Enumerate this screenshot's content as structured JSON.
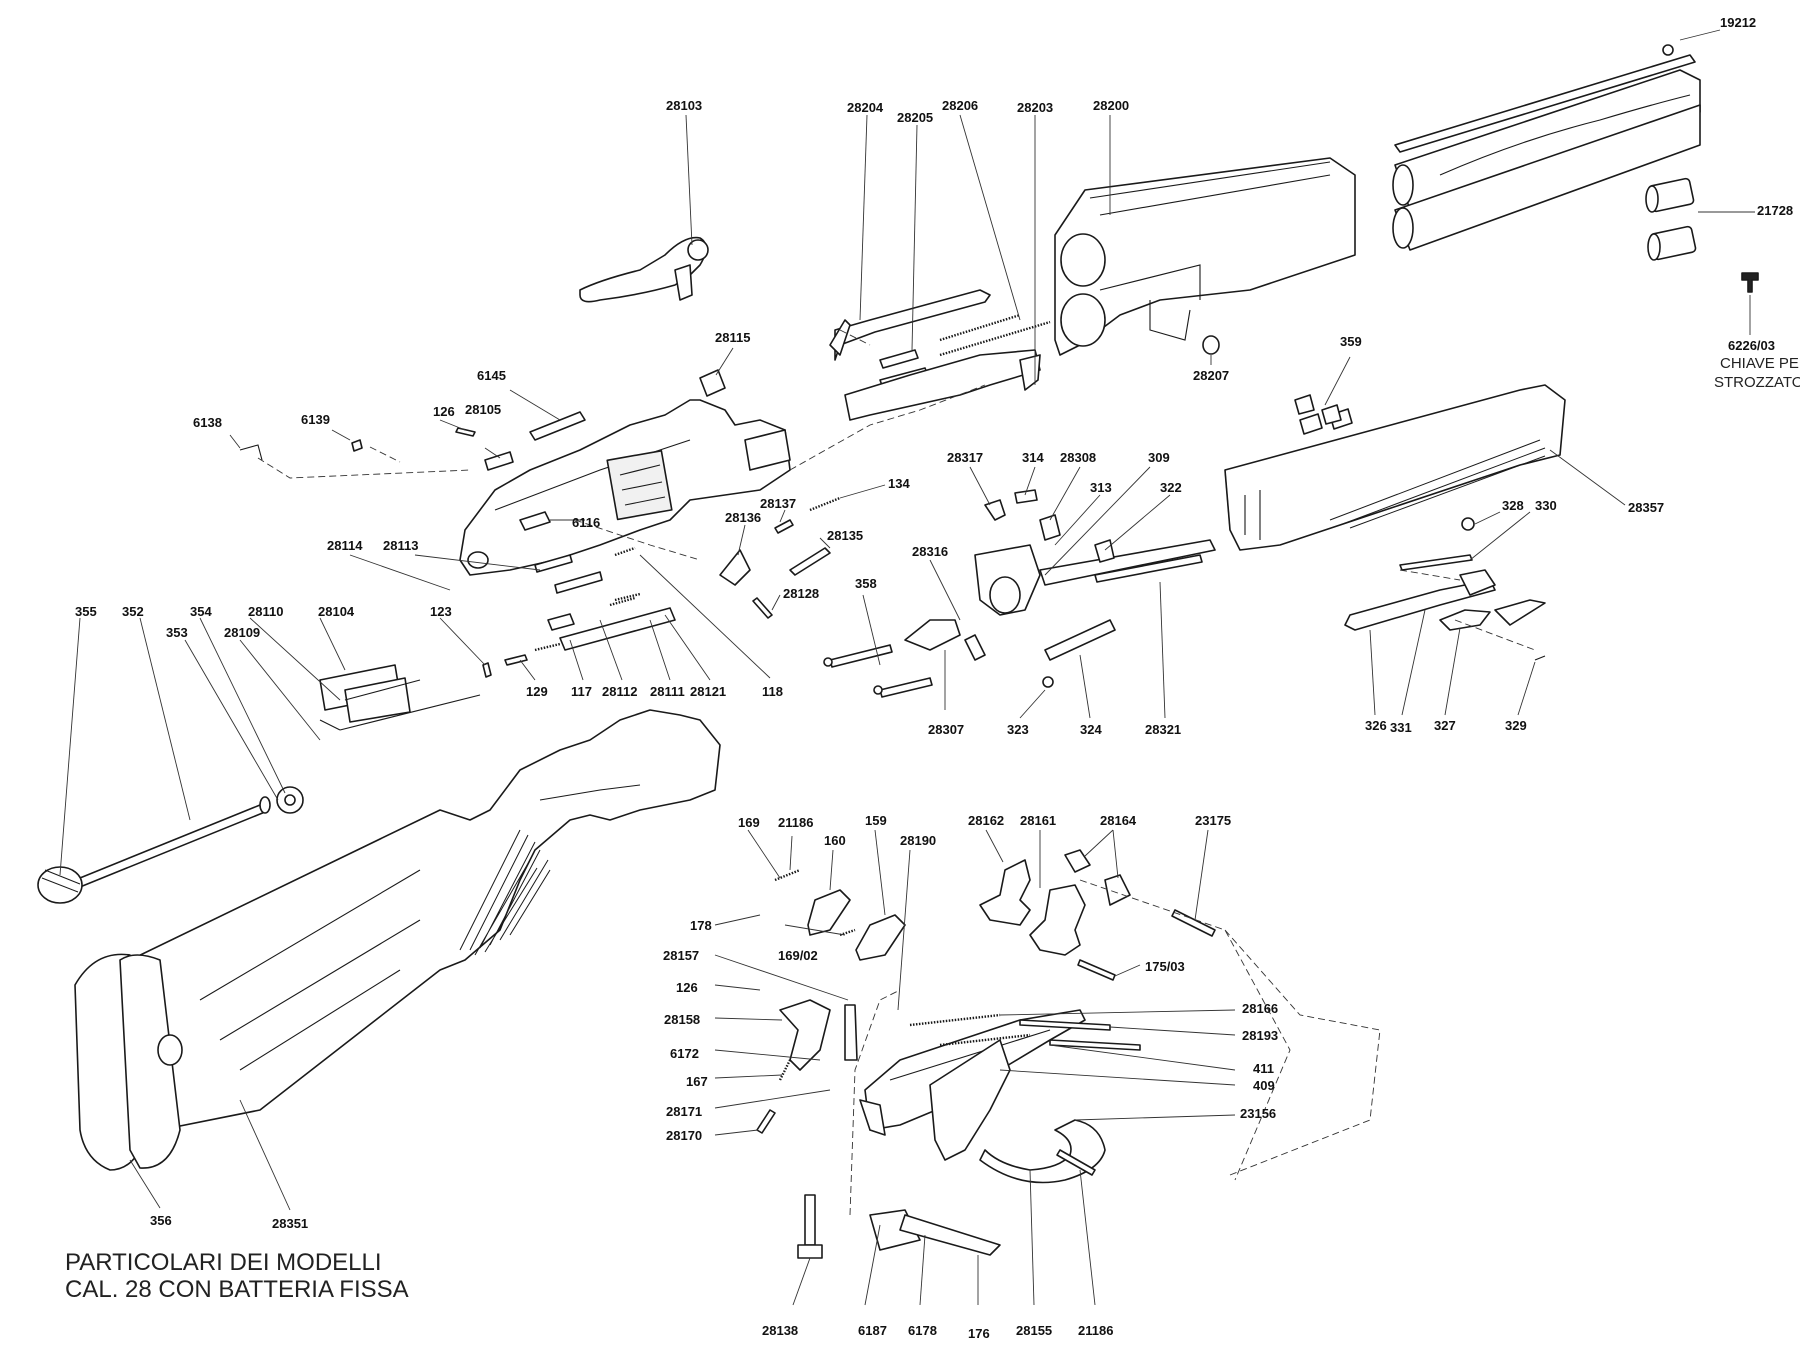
{
  "caption": {
    "line1": "PARTICOLARI DEI MODELLI",
    "line2": "CAL. 28 CON BATTERIA FISSA"
  },
  "tool_note": {
    "line1": "CHIAVE PER",
    "line2": "STROZZATORI"
  },
  "labels": [
    "19212",
    "21728",
    "6226/03",
    "28103",
    "28204",
    "28205",
    "28206",
    "28203",
    "28200",
    "28207",
    "28115",
    "6145",
    "126",
    "28105",
    "6138",
    "6139",
    "6116",
    "28114",
    "28113",
    "28137",
    "134",
    "28136",
    "28135",
    "28128",
    "118",
    "355",
    "352",
    "354",
    "353",
    "28110",
    "28109",
    "28104",
    "123",
    "129",
    "117",
    "28112",
    "28111",
    "28121",
    "359",
    "28357",
    "28317",
    "314",
    "28308",
    "309",
    "313",
    "322",
    "28316",
    "358",
    "28307",
    "323",
    "324",
    "28321",
    "328",
    "330",
    "326",
    "331",
    "327",
    "329",
    "356",
    "28351",
    "169",
    "21186",
    "160",
    "159",
    "28190",
    "178",
    "169/02",
    "28157",
    "126",
    "28158",
    "6172",
    "167",
    "28171",
    "28170",
    "28138",
    "6187",
    "6178",
    "176",
    "28155",
    "21186",
    "28162",
    "28161",
    "28164",
    "23175",
    "175/03",
    "28166",
    "28193",
    "411",
    "409",
    "23156"
  ]
}
